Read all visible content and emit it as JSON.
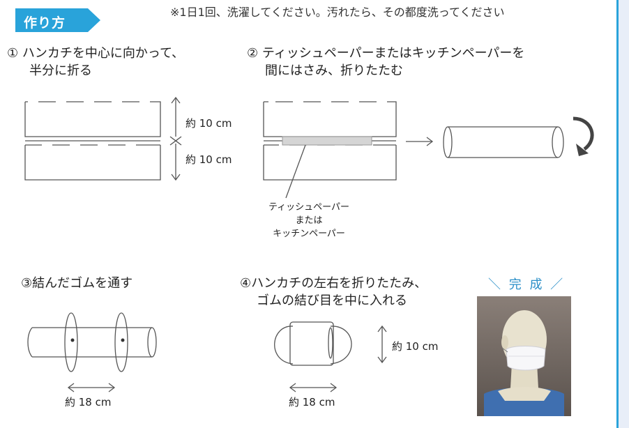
{
  "header": {
    "tag": "作り方",
    "note": "※1日1回、洗濯してください。汚れたら、その都度洗ってください"
  },
  "steps": [
    {
      "line1": "① ハンカチを中心に向かって、",
      "line2": "半分に折る"
    },
    {
      "line1": "② ティッシュペーパーまたはキッチンペーパーを",
      "line2": "間にはさみ、折りたたむ"
    },
    {
      "line1": "③結んだゴムを通す"
    },
    {
      "line1": "④ハンカチの左右を折りたたみ、",
      "line2": "ゴムの結び目を中に入れる"
    }
  ],
  "dimensions": {
    "d1": "約 10 cm",
    "d2": "約 10 cm",
    "d3": "約 18 cm",
    "d4": "約 10 cm",
    "d5": "約 18 cm"
  },
  "paper_label": {
    "line1": "ティッシュペーパー",
    "line2": "または",
    "line3": "キッチンペーパー"
  },
  "complete_label": "＼ 完 成 ／",
  "colors": {
    "accent": "#29a3da",
    "tag_bg": "#29a3da"
  }
}
